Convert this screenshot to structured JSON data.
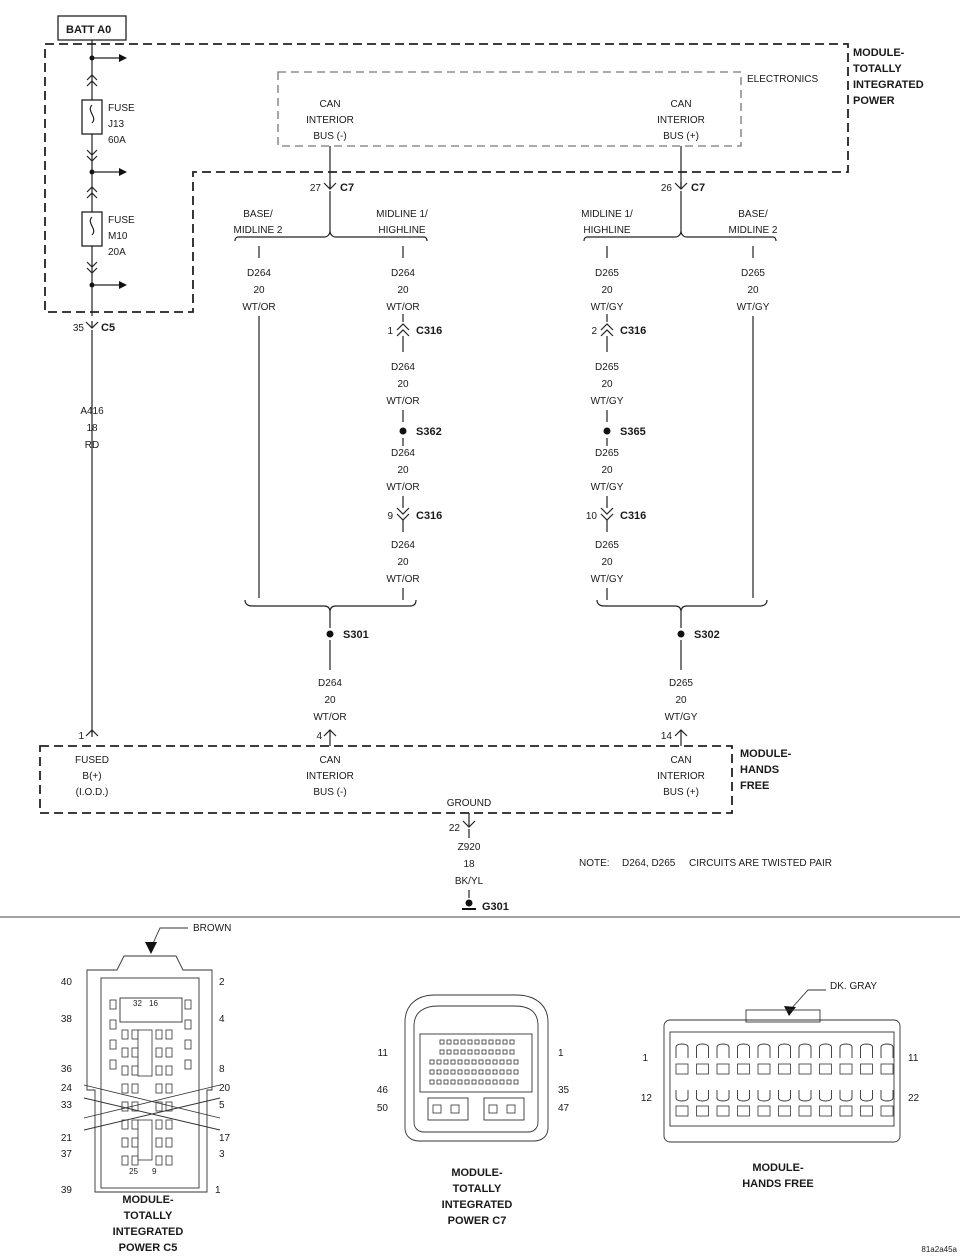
{
  "batt": "BATT A0",
  "tip": {
    "title": [
      "MODULE-",
      "TOTALLY",
      "INTEGRATED",
      "POWER"
    ],
    "electronics": "ELECTRONICS",
    "fuse1": [
      "FUSE",
      "J13",
      "60A"
    ],
    "fuse2": [
      "FUSE",
      "M10",
      "20A"
    ],
    "can_minus": [
      "CAN",
      "INTERIOR",
      "BUS (-)"
    ],
    "can_plus": [
      "CAN",
      "INTERIOR",
      "BUS (+)"
    ]
  },
  "connectors": {
    "c7_left": {
      "pin": "27",
      "name": "C7"
    },
    "c7_right": {
      "pin": "26",
      "name": "C7"
    },
    "c5": {
      "pin": "35",
      "name": "C5"
    },
    "c316_1": {
      "pin": "1",
      "name": "C316"
    },
    "c316_2": {
      "pin": "2",
      "name": "C316"
    },
    "c316_9": {
      "pin": "9",
      "name": "C316"
    },
    "c316_10": {
      "pin": "10",
      "name": "C316"
    }
  },
  "splices": {
    "s362": "S362",
    "s365": "S365",
    "s301": "S301",
    "s302": "S302"
  },
  "options": {
    "base_left": [
      "BASE/",
      "MIDLINE 2"
    ],
    "mid_left": [
      "MIDLINE 1/",
      "HIGHLINE"
    ],
    "mid_right": [
      "MIDLINE 1/",
      "HIGHLINE"
    ],
    "base_right": [
      "BASE/",
      "MIDLINE 2"
    ]
  },
  "wires": {
    "d264": [
      "D264",
      "20",
      "WT/OR"
    ],
    "d265": [
      "D265",
      "20",
      "WT/GY"
    ],
    "a416": [
      "A416",
      "18",
      "RD"
    ],
    "z920": [
      "Z920",
      "18",
      "BK/YL"
    ]
  },
  "hands_free": {
    "title": [
      "MODULE-",
      "HANDS",
      "FREE"
    ],
    "fused": [
      "FUSED",
      "B(+)",
      "(I.O.D.)"
    ],
    "can_minus": [
      "CAN",
      "INTERIOR",
      "BUS (-)"
    ],
    "can_plus": [
      "CAN",
      "INTERIOR",
      "BUS (+)"
    ],
    "ground_label": "GROUND",
    "pin_fused": "1",
    "pin_canm": "4",
    "pin_canp": "14",
    "pin_ground": "22"
  },
  "ground": "G301",
  "note": {
    "label": "NOTE:",
    "circuits": "D264, D265",
    "text": "CIRCUITS ARE TWISTED PAIR"
  },
  "views": {
    "c5": {
      "color_label": "BROWN",
      "title": [
        "MODULE-",
        "TOTALLY",
        "INTEGRATED",
        "POWER C5"
      ],
      "left_pins": [
        "40",
        "38",
        "36",
        "24",
        "33",
        "21",
        "37",
        "39"
      ],
      "right_pins": [
        "2",
        "4",
        "8",
        "20",
        "5",
        "17",
        "3",
        "1"
      ],
      "inner": [
        "32",
        "16",
        "25",
        "9"
      ]
    },
    "c7": {
      "title": [
        "MODULE-",
        "TOTALLY",
        "INTEGRATED",
        "POWER C7"
      ],
      "left_pins": [
        "11",
        "46",
        "50"
      ],
      "right_pins": [
        "1",
        "35",
        "47"
      ]
    },
    "hf": {
      "color_label": "DK. GRAY",
      "title": [
        "MODULE-",
        "HANDS FREE"
      ],
      "left_pins": [
        "1",
        "12"
      ],
      "right_pins": [
        "11",
        "22"
      ]
    }
  },
  "figure_id": "81a2a45a"
}
